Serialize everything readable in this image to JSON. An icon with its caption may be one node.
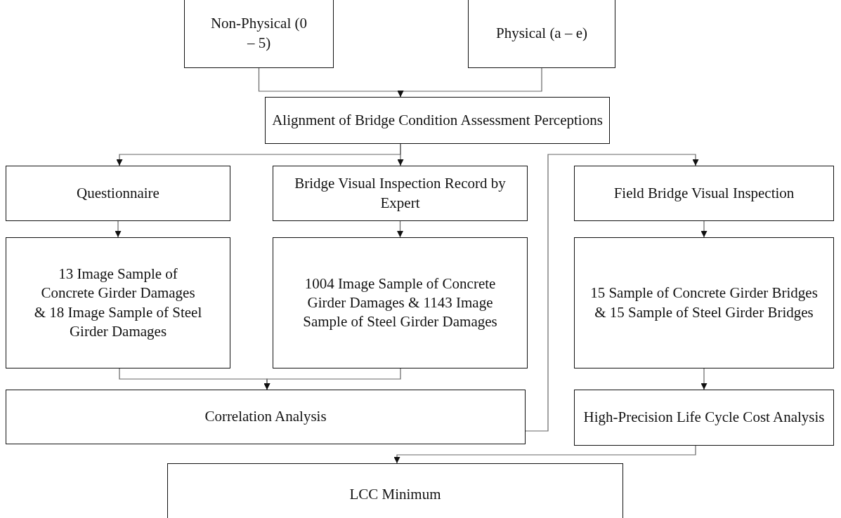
{
  "diagram": {
    "nodes": [
      {
        "text": [
          "Non-Physical (0 – 5)"
        ]
      },
      {
        "text": [
          "Physical (a – e)"
        ]
      },
      {
        "text": [
          "Alignment of Bridge Condition Assessment Perceptions"
        ]
      },
      {
        "text": [
          "Questionnaire"
        ]
      },
      {
        "text": [
          "Bridge Visual Inspection Record by Expert"
        ]
      },
      {
        "text": [
          "Field Bridge Visual Inspection"
        ]
      },
      {
        "text": [
          "13 Image Sample of Concrete Girder Damages & 18 Image Sample of Steel Girder Damages"
        ]
      },
      {
        "text": [
          "1004 Image Sample of Concrete Girder Damages & 1143 Image Sample of Steel Girder Damages"
        ]
      },
      {
        "text": [
          "15 Sample of Concrete Girder Bridges & 15 Sample of Steel Girder Bridges"
        ]
      },
      {
        "text": [
          "Correlation Analysis"
        ]
      },
      {
        "text": [
          "High-Precision Life Cycle Cost Analysis"
        ]
      },
      {
        "text": [
          "LCC Minimum"
        ]
      }
    ],
    "edges": [
      {
        "from": 0,
        "to": 2,
        "arrow": "to"
      },
      {
        "from": 1,
        "to": 2,
        "arrow": "to"
      },
      {
        "from": 2,
        "to": 3,
        "arrow": "to"
      },
      {
        "from": 2,
        "to": 4,
        "arrow": "to"
      },
      {
        "from": 9,
        "to": 5,
        "arrow": "to"
      },
      {
        "from": 3,
        "to": 6,
        "arrow": "to"
      },
      {
        "from": 4,
        "to": 7,
        "arrow": "to"
      },
      {
        "from": 5,
        "to": 8,
        "arrow": "to"
      },
      {
        "from": 6,
        "to": 9,
        "arrow": "to"
      },
      {
        "from": 7,
        "to": 9,
        "arrow": "to"
      },
      {
        "from": 8,
        "to": 10,
        "arrow": "to"
      },
      {
        "from": 10,
        "to": 11,
        "arrow": "to"
      }
    ]
  }
}
